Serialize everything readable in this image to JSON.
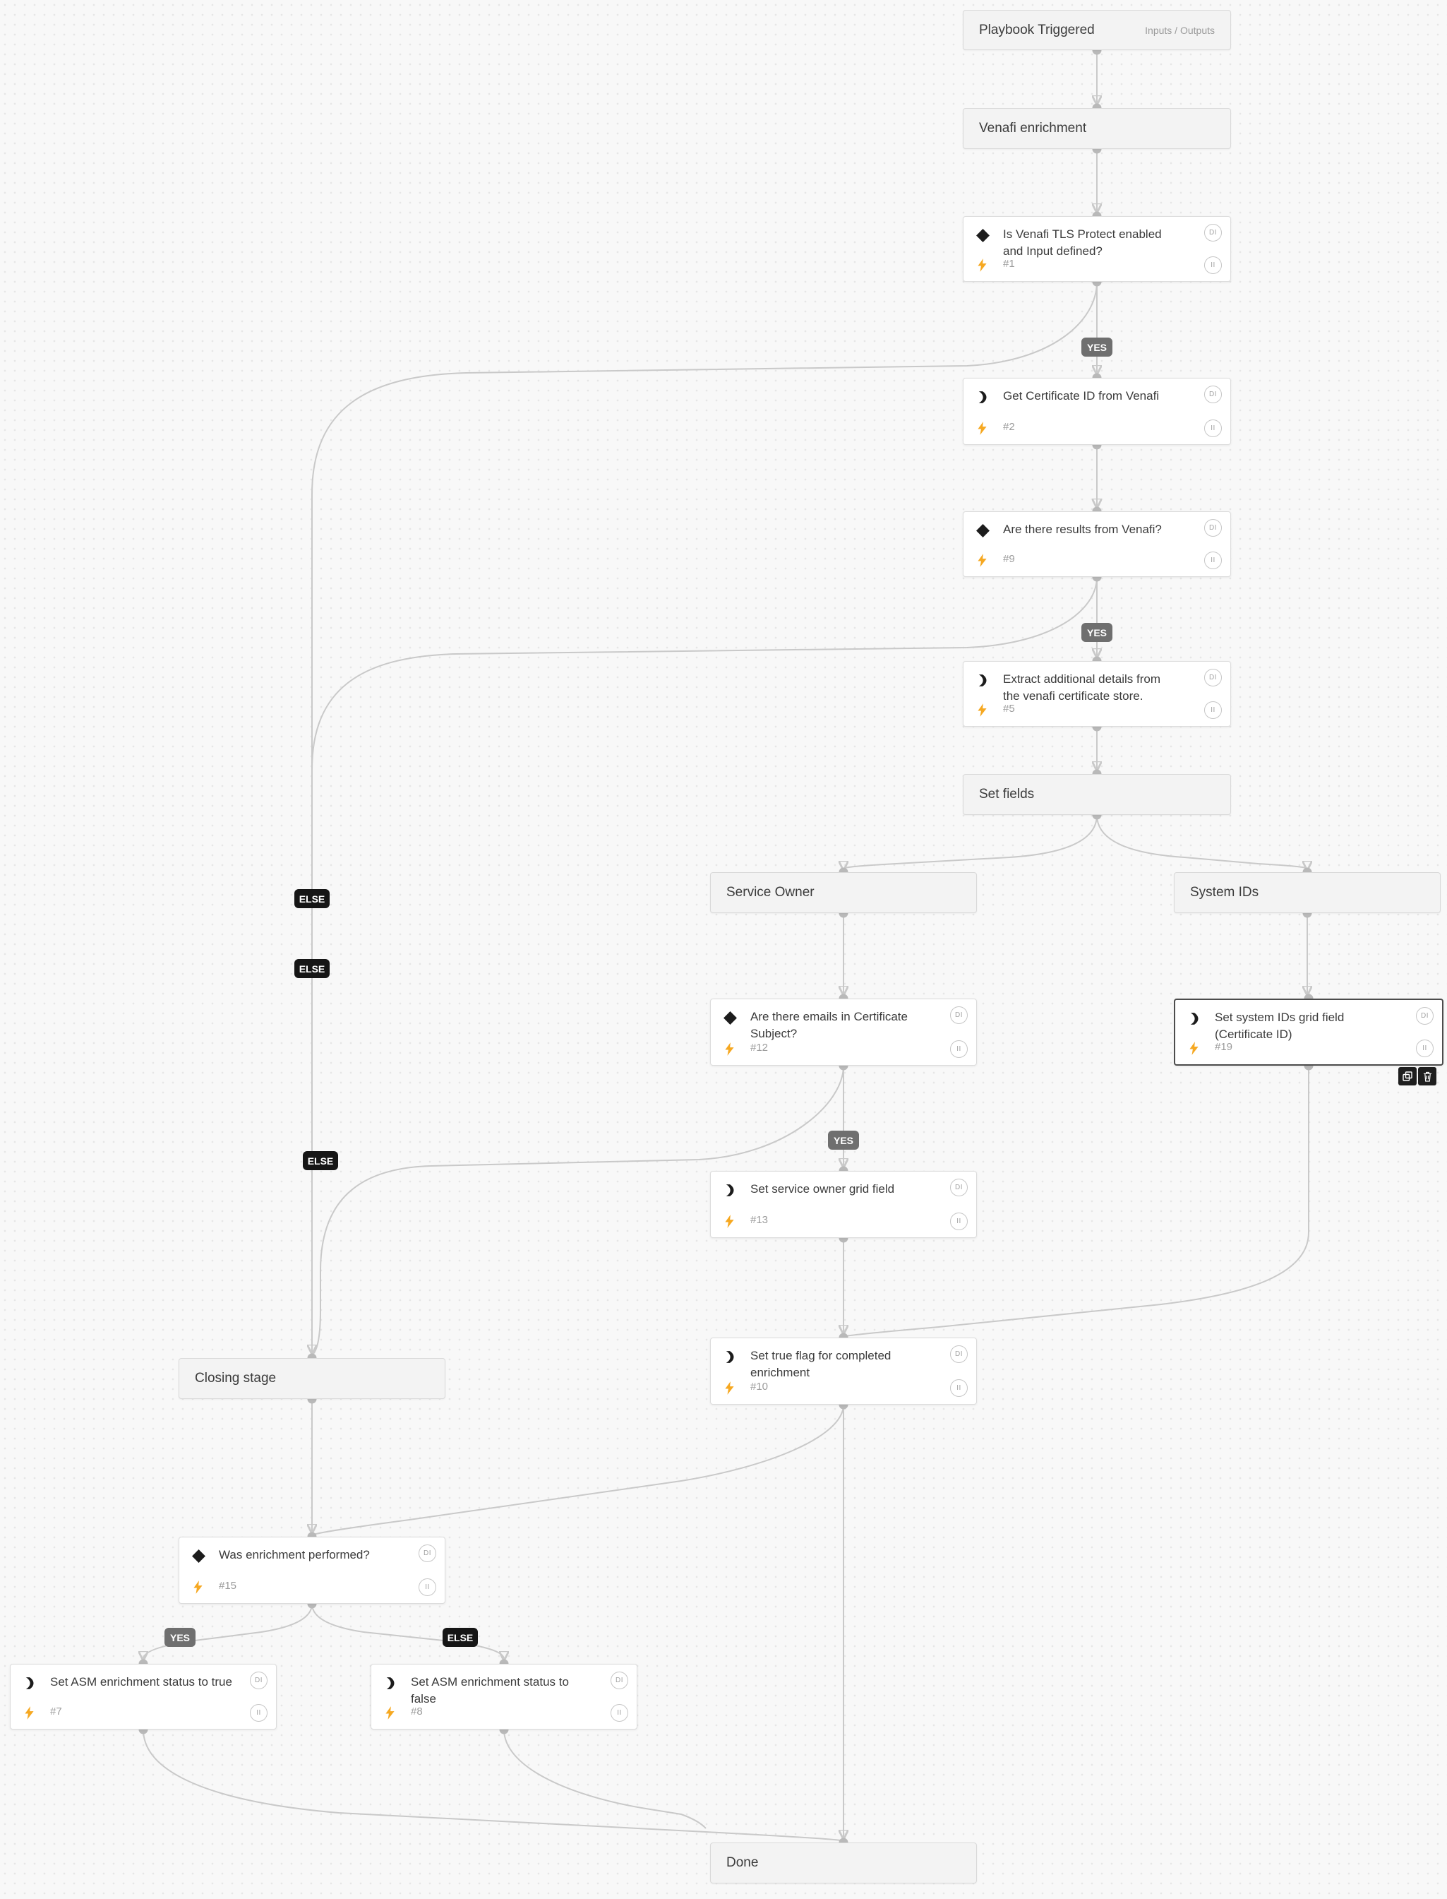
{
  "canvas": {
    "background": "#f8f8f8",
    "dot_color": "#e6e6e6",
    "edge_color": "#c9c9c9"
  },
  "icons": {
    "condition": "black-diamond",
    "task": "chevron-arrow",
    "automation": "lightning-bolt",
    "copy": "duplicate-pages",
    "delete": "trash-bin"
  },
  "card_buttons": {
    "top": "DI",
    "bottom": "II"
  },
  "labels": {
    "yes": "YES",
    "else": "ELSE"
  },
  "trigger": {
    "title": "Playbook Triggered",
    "meta": "Inputs / Outputs"
  },
  "sections": {
    "venafi": {
      "title": "Venafi enrichment"
    },
    "set_fields": {
      "title": "Set fields"
    },
    "service_owner": {
      "title": "Service Owner"
    },
    "system_ids": {
      "title": "System IDs"
    },
    "closing": {
      "title": "Closing stage"
    },
    "done": {
      "title": "Done"
    }
  },
  "tasks": {
    "t1": {
      "type": "condition",
      "title": "Is Venafi TLS Protect enabled\nand Input defined?",
      "number": "#1"
    },
    "t2": {
      "type": "task",
      "title": "Get Certificate ID from Venafi",
      "number": "#2"
    },
    "t9": {
      "type": "condition",
      "title": "Are there results from Venafi?",
      "number": "#9"
    },
    "t5": {
      "type": "task",
      "title": "Extract additional details from\nthe venafi certificate store.",
      "number": "#5"
    },
    "t12": {
      "type": "condition",
      "title": "Are there emails in Certificate\nSubject?",
      "number": "#12"
    },
    "t19": {
      "type": "task",
      "title": "Set system IDs grid field\n(Certificate ID)",
      "number": "#19",
      "selected": true
    },
    "t13": {
      "type": "task",
      "title": "Set service owner grid field",
      "number": "#13"
    },
    "t10": {
      "type": "task",
      "title": "Set true flag for completed\nenrichment",
      "number": "#10"
    },
    "t15": {
      "type": "condition",
      "title": "Was enrichment performed?",
      "number": "#15"
    },
    "t7": {
      "type": "task",
      "title": "Set ASM enrichment status to true",
      "number": "#7"
    },
    "t8": {
      "type": "task",
      "title": "Set ASM enrichment status to\nfalse",
      "number": "#8"
    }
  },
  "accent_colors": {
    "bolt": "#f6a821",
    "yes_badge": "#6f6f6f",
    "else_badge": "#161616"
  }
}
